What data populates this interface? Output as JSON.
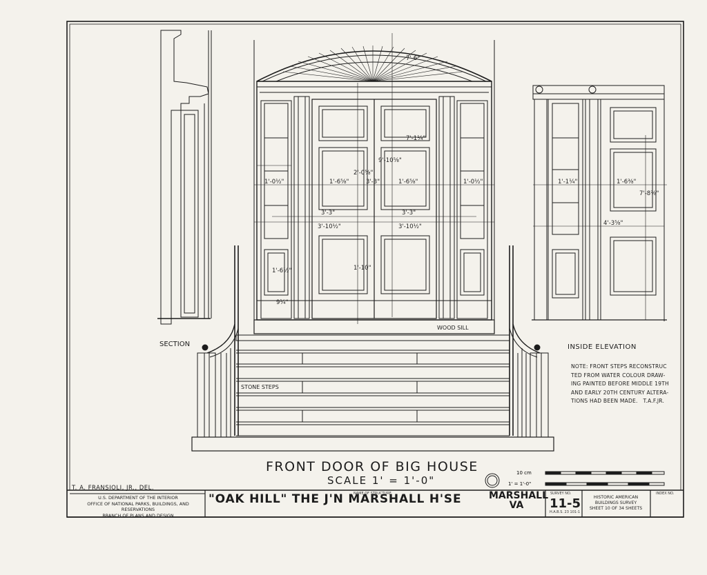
{
  "drawing": {
    "title": "FRONT DOOR OF BIG HOUSE",
    "scale": "SCALE 1' = 1'-0\"",
    "section_label": "SECTION",
    "inside_elevation_label": "INSIDE ELEVATION",
    "note": "NOTE: FRONT STEPS RECONSTRUC\nTED FROM WATER COLOUR DRAW-\nING PAINTED BEFORE MIDDLE 19TH\nAND EARLY 20TH CENTURY ALTERA-\nTIONS HAD BEEN MADE.   T.A.F.JR.",
    "stone_steps_label": "STONE STEPS",
    "wood_sill_label": "WOOD SILL",
    "dimensions": [
      "1'-0½\"",
      "1'-6⅝\"",
      "3'-3\"",
      "1'-6⅝\"",
      "1'-0½\"",
      "3'-3\"",
      "3'-10½\"",
      "3'-3\"",
      "3'-10½\"",
      "9'-10⅝\"",
      "7'-1¼\"",
      "7'-6\"",
      "1'-10\"",
      "2'-0⅝\"",
      "1'-6½\"",
      "9¼\"",
      "1'-1¼\"",
      "1'-6⅜\"",
      "4'-3⅝\"",
      "7'-8⅜\""
    ],
    "graphic_scale_metric": "10 cm",
    "graphic_scale_imperial": "1' = 1'-0\""
  },
  "title_block": {
    "delineator": "T. A. FRANSIOLI, JR., DEL.",
    "agency_lines": [
      "U.S. DEPARTMENT OF THE INTERIOR",
      "OFFICE OF NATIONAL PARKS, BUILDINGS, AND RESERVATIONS",
      "BRANCH OF PLANS AND DESIGN"
    ],
    "name_of_structure_label": "NAME OF STRUCTURE",
    "structure_name": "\"OAK HILL\" THE J'N MARSHALL H'SE",
    "location": [
      "MARSHALL",
      "VA"
    ],
    "survey_no_label": "SURVEY NO.",
    "survey_no": "11-5",
    "survey_sub": "H.A.B.S. 23 101-1",
    "survey_name_lines": [
      "HISTORIC AMERICAN",
      "BUILDINGS SURVEY"
    ],
    "sheet_label": "SHEET 10 OF 34 SHEETS",
    "index_label": "INDEX NO."
  },
  "colors": {
    "paper": "#f4f2ec",
    "ink": "#1c1c1c",
    "background": "#ecebe4"
  }
}
